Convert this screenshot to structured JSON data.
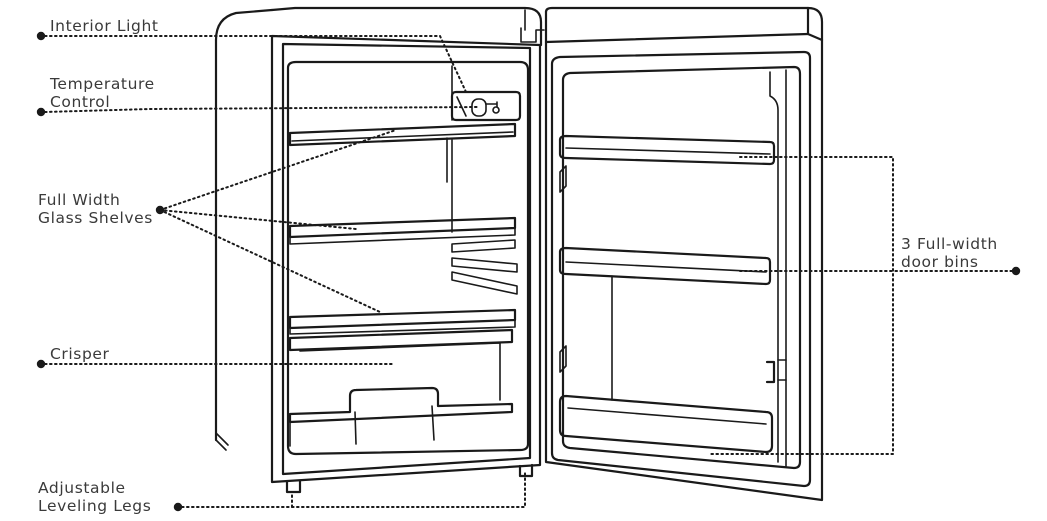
{
  "labels": {
    "interior_light": [
      "Interior Light"
    ],
    "temperature_control": [
      "Temperature",
      "Control"
    ],
    "glass_shelves": [
      "Full Width",
      "Glass Shelves"
    ],
    "crisper": [
      "Crisper"
    ],
    "leveling_legs": [
      "Adjustable",
      "Leveling Legs"
    ],
    "door_bins": [
      "3 Full-width",
      "door bins"
    ]
  }
}
